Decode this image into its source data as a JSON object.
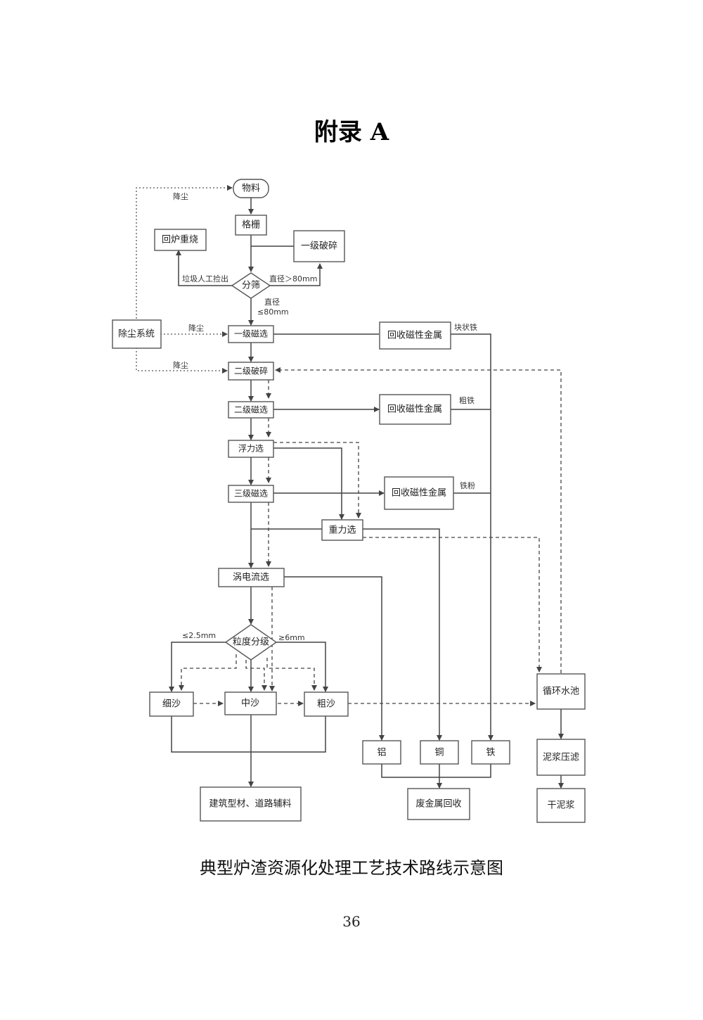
{
  "title": "附录 A",
  "caption": "典型炉渣资源化处理工艺技术路线示意图",
  "page_number": "36",
  "nodes": {
    "material": "物料",
    "grid": "格栅",
    "reburn": "回炉重烧",
    "crush1": "一级破碎",
    "screen": "分筛",
    "dust_system": "除尘系统",
    "mag1": "一级磁选",
    "recover1": "回收磁性金属",
    "crush2": "二级破碎",
    "mag2": "二级磁选",
    "recover2": "回收磁性金属",
    "float": "浮力选",
    "mag3": "三级磁选",
    "recover3": "回收磁性金属",
    "gravity": "重力选",
    "eddy": "涡电流选",
    "grading": "粒度分级",
    "fine_sand": "细沙",
    "mid_sand": "中沙",
    "coarse_sand": "粗沙",
    "aluminum": "铝",
    "copper": "铜",
    "iron": "铁",
    "water_pool": "循环水池",
    "mud_filter": "泥浆压滤",
    "dry_mud": "干泥浆",
    "building": "建筑型材、道路辅料",
    "scrap": "废金属回收"
  },
  "labels": {
    "dust_top": "降尘",
    "dust_mid": "降尘",
    "dust_low": "降尘",
    "manual_pick": "垃圾人工捡出",
    "diam_gt": "直径＞80mm",
    "diam_le_1": "直径",
    "diam_le_2": "≤80mm",
    "block_iron": "块状铁",
    "coarse_iron": "粗铁",
    "iron_powder": "铁粉",
    "le_2_5": "≤2.5mm",
    "ge_6": "≥6mm"
  }
}
